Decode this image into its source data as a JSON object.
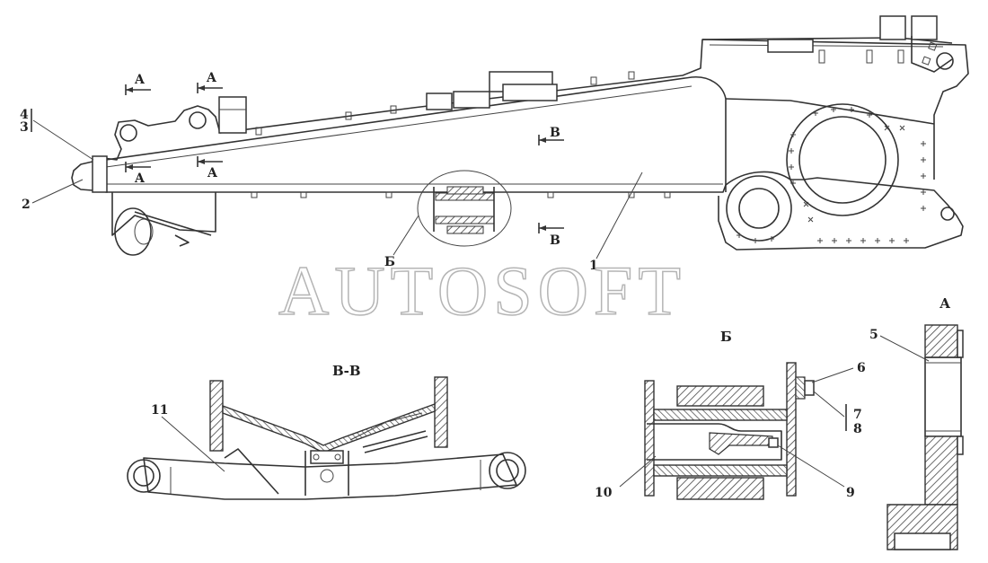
{
  "watermark": "AUTOSOFT",
  "section_marks": {
    "a_top_1": "A",
    "a_top_2": "A",
    "a_mid_1": "A",
    "a_mid_2": "A",
    "b_1": "B",
    "b_2": "B",
    "view_b": "Б"
  },
  "view_titles": {
    "section_vv": "В-В",
    "detail_b": "Б",
    "section_a": "А"
  },
  "callouts": {
    "p1": "1",
    "p2": "2",
    "p3": "3",
    "p4": "4",
    "p5": "5",
    "p6": "6",
    "p7": "7",
    "p8": "8",
    "p9": "9",
    "p10": "10",
    "p11": "11"
  },
  "colors": {
    "line": "#333333",
    "hatch": "#555555",
    "background": "#ffffff",
    "watermark_outline": "#b5b5b5"
  }
}
